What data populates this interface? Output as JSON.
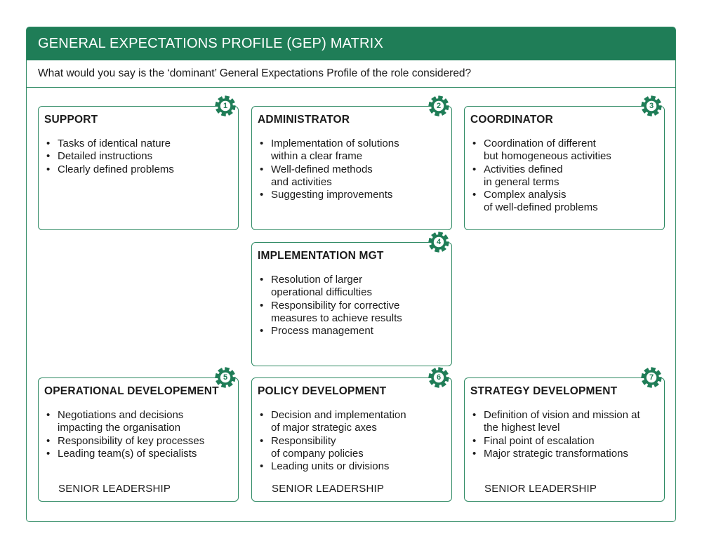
{
  "header": {
    "title": "GENERAL EXPECTATIONS PROFILE (GEP) MATRIX"
  },
  "question": "What would you say is the ‘dominant’ General Expectations Profile of the role considered?",
  "colors": {
    "accent": "#1f7d57",
    "border": "#2f8a64",
    "background": "#ffffff"
  },
  "profiles": [
    {
      "number": "1",
      "title": "SUPPORT",
      "items": [
        "Tasks of identical nature",
        "Detailed instructions",
        "Clearly defined problems"
      ],
      "footer": ""
    },
    {
      "number": "2",
      "title": "ADMINISTRATOR",
      "items": [
        "Implementation of solutions\nwithin a clear frame",
        "Well-defined methods\nand activities",
        "Suggesting improvements"
      ],
      "footer": ""
    },
    {
      "number": "3",
      "title": "COORDINATOR",
      "items": [
        "Coordination of different\nbut homogeneous activities",
        "Activities defined\nin general terms",
        "Complex analysis\nof well-defined problems"
      ],
      "footer": ""
    },
    {
      "number": "4",
      "title": "IMPLEMENTATION MGT",
      "items": [
        "Resolution of larger\noperational difficulties",
        "Responsibility for corrective\nmeasures to achieve results",
        "Process management"
      ],
      "footer": ""
    },
    {
      "number": "5",
      "title": "OPERATIONAL DEVELOPEMENT",
      "items": [
        "Negotiations and decisions\nimpacting the organisation",
        "Responsibility of key processes",
        "Leading team(s) of specialists"
      ],
      "footer": "SENIOR LEADERSHIP"
    },
    {
      "number": "6",
      "title": "POLICY DEVELOPMENT",
      "items": [
        "Decision and implementation\nof major strategic axes",
        "Responsibility\nof company policies",
        "Leading units or divisions"
      ],
      "footer": "SENIOR LEADERSHIP"
    },
    {
      "number": "7",
      "title": "STRATEGY DEVELOPMENT",
      "items": [
        "Definition of vision and mission at\nthe highest level",
        "Final point of escalation",
        "Major strategic transformations"
      ],
      "footer": "SENIOR LEADERSHIP"
    }
  ]
}
